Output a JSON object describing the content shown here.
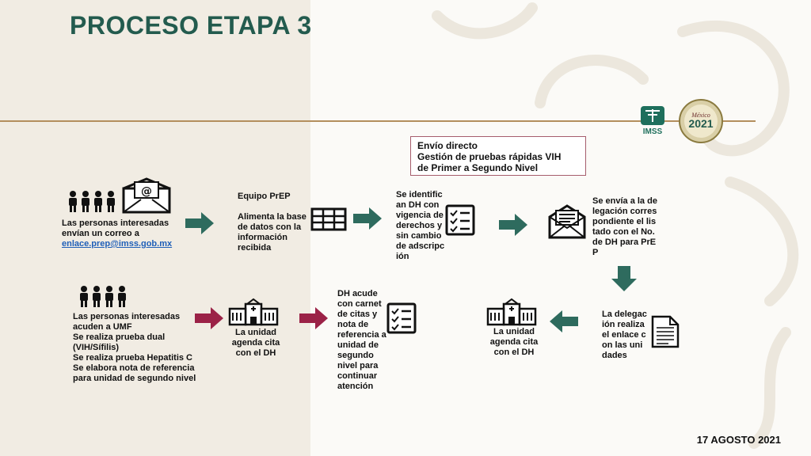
{
  "title": "PROCESO ETAPA 3",
  "logos": {
    "imss": "IMSS",
    "mexico_year": "2021",
    "mexico_word": "México"
  },
  "box": {
    "line1": "Envío directo",
    "line2": "Gestión de pruebas rápidas VIH",
    "line3": "de Primer a Segundo Nivel"
  },
  "row1": {
    "people_text": "Las personas interesadas envían un correo a",
    "email": "enlace.prep@imss.gob.mx",
    "team_title": "Equipo PrEP",
    "team_text": "Alimenta la base de datos con la información recibida",
    "identify_text": "Se identifican DH con vigencia de derechos y sin cambio de adscripción",
    "send_text": "Se envía a la delegación correspondiente el listado con el No. de DH para PrEP"
  },
  "row2": {
    "people_lines": [
      "Las personas interesadas acuden a UMF",
      "Se realiza prueba dual (VIH/Sífilis)",
      "Se realiza prueba Hepatitis C",
      "Se elabora nota de referencia para unidad de segundo nivel"
    ],
    "unit_text": "La unidad agenda cita con el DH",
    "dh_text": "DH acude con carnet de citas y nota de referencia a unidad de segundo nivel para continuar atención",
    "unit2_text": "La unidad agenda cita con el DH",
    "delegation_text": "La delegación realiza el enlace con las unidades"
  },
  "date": "17 AGOSTO 2021",
  "colors": {
    "title": "#235b4e",
    "arrow_green": "#2e6b5e",
    "arrow_red": "#9b2247",
    "gold": "#b38e5d",
    "box_border": "#a65d6c",
    "link": "#1f5fb8"
  }
}
